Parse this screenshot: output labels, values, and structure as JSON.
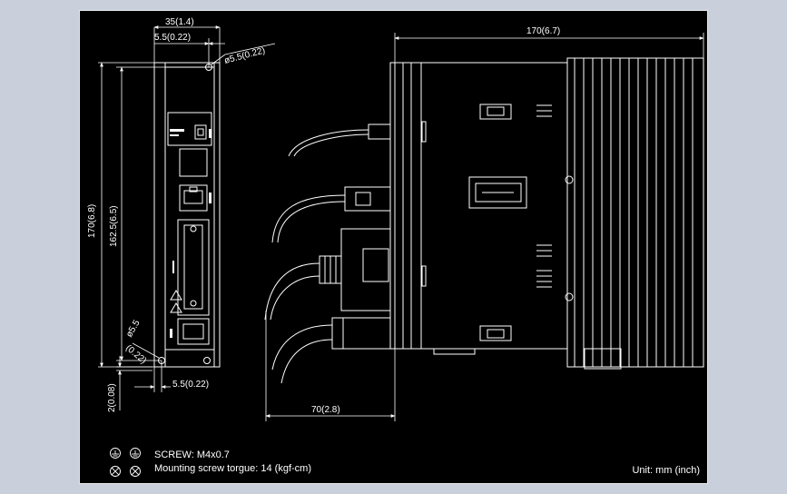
{
  "front_view": {
    "dims": {
      "width_total": "35(1.4)",
      "hole_offset_top": "5.5(0.22)",
      "hole_dia_top": "ø5.5(0.22)",
      "height_total": "170(6.8)",
      "hole_pitch": "162.5(6.5)",
      "hole_dia_bottom_a": "ø5.5",
      "hole_dia_bottom_b": "(0.22)",
      "hole_offset_bottom": "5.5(0.22)",
      "bottom_gap": "2(0.08)"
    }
  },
  "side_view": {
    "dims": {
      "depth_total": "170(6.7)",
      "cable_clearance": "70(2.8)"
    }
  },
  "notes": {
    "screw": "SCREW: M4x0.7",
    "torque": "Mounting screw torgue: 14 (kgf-cm)",
    "unit": "Unit: mm (inch)"
  }
}
